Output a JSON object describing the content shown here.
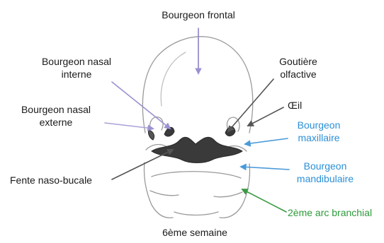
{
  "labels": {
    "frontal": "Bourgeon frontal",
    "nasal_interne_1": "Bourgeon nasal",
    "nasal_interne_2": "interne",
    "nasal_externe_1": "Bourgeon nasal",
    "nasal_externe_2": "externe",
    "fente": "Fente naso-bucale",
    "gouttiere_1": "Goutière",
    "gouttiere_2": "olfactive",
    "oeil": "Œil",
    "maxillaire_1": "Bourgeon",
    "maxillaire_2": "maxillaire",
    "mandibulaire_1": "Bourgeon",
    "mandibulaire_2": "mandibulaire",
    "arc": "2ème arc branchial",
    "caption": "6ème semaine"
  },
  "colors": {
    "text": "#1a1a1a",
    "blue": "#2b8fd6",
    "green": "#2e9a3a",
    "arrow_frontal": "#8c80c4",
    "arrow_interne": "#9a92d0",
    "arrow_externe": "#a9a2d8",
    "arrow_dark": "#555555",
    "arrow_blue": "#4a9ad8",
    "arrow_green": "#3a9a44"
  }
}
